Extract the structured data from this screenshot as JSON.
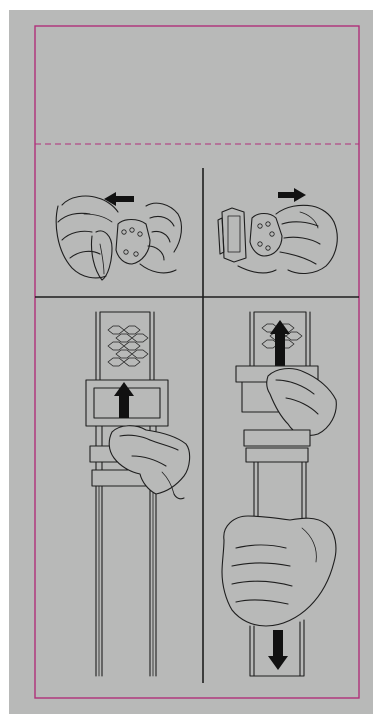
{
  "colors": {
    "sheet_background": "#b8b9b8",
    "page_background": "#ffffff",
    "cut_border": "#b0307a",
    "fold_line": "#b0307a",
    "line_art": "#1e1e1e"
  },
  "illustrations": [
    {
      "id": "panel-top-left",
      "icon": "hands-pinch-buckle-icon",
      "arrow": "left"
    },
    {
      "id": "panel-top-right",
      "icon": "buckle-pull-apart-icon",
      "arrow": "right"
    },
    {
      "id": "panel-bottom-left",
      "icon": "hand-push-strap-up-icon",
      "arrow": "up"
    },
    {
      "id": "panel-bottom-right",
      "icon": "hand-pull-strap-down-icon",
      "arrow": "up-and-down"
    }
  ]
}
